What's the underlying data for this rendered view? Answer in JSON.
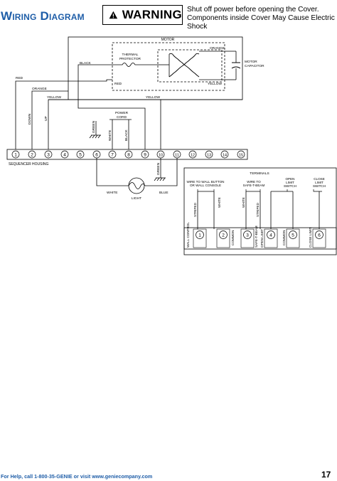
{
  "header": {
    "title": "Wiring Diagram",
    "warning_label": "WARNING",
    "warning_line1": "Shut off power before opening the Cover.",
    "warning_line2": "Components inside Cover May Cause Electric Shock"
  },
  "diagram": {
    "motor": "MOTOR",
    "thermal_protector_1": "THERMAL",
    "thermal_protector_2": "PROTECTOR",
    "motor_capacitor_1": "MOTOR",
    "motor_capacitor_2": "CAPACITOR",
    "wire_orange": "ORANGE",
    "wire_black": "BLACK",
    "wire_red": "RED",
    "wire_yellow": "YELLOW",
    "wire_down": "DOWN",
    "wire_up": "UP",
    "wire_green": "GREEN",
    "wire_white": "WHITE",
    "wire_blue": "BLUE",
    "power_cord_1": "POWER",
    "power_cord_2": "CORD",
    "sequencer_housing": "SEQUENCER HOUSING",
    "sequencer_terminals": [
      "1",
      "2",
      "3",
      "4",
      "5",
      "6",
      "7",
      "8",
      "9",
      "10",
      "11",
      "12",
      "13",
      "14",
      "15"
    ],
    "light": "LIGHT"
  },
  "terminal_block": {
    "title": "TERMINALS",
    "wire_to_wall_1": "WIRE TO WALL BUTTON",
    "wire_to_wall_2": "OR WALL CONSOLE",
    "wire_to_beam_1": "WIRE TO",
    "wire_to_beam_2": "SAFE-T-BEAM",
    "open_limit_1": "OPEN",
    "open_limit_2": "LIMIT",
    "open_limit_3": "SWITCH",
    "close_limit_1": "CLOSE",
    "close_limit_2": "LIMIT",
    "close_limit_3": "SWITCH",
    "striped": "STRIPED",
    "white": "WHITE",
    "terminals": [
      {
        "number": "1",
        "label": "WALL CONTROL"
      },
      {
        "number": "2",
        "label": "COMMON"
      },
      {
        "number": "3",
        "label": "SAFE-T-BEAM"
      },
      {
        "number": "4",
        "label": "OPEN LIMIT"
      },
      {
        "number": "5",
        "label": "COMMON"
      },
      {
        "number": "6",
        "label": "CLOSE LIMIT"
      }
    ]
  },
  "footer": {
    "help": "For Help, call 1-800-35-GENIE or visit www.geniecompany.com",
    "page_number": "17"
  }
}
